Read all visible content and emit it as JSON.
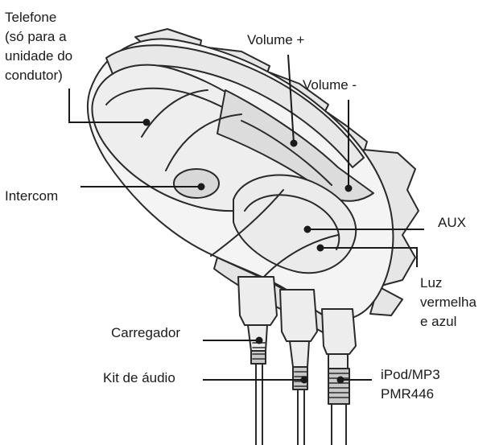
{
  "diagram": {
    "labels": {
      "telefone": "Telefone\n(só para a\nunidade do\ncondutor)",
      "volume_up": "Volume +",
      "volume_down": "Volume -",
      "intercom": "Intercom",
      "aux": "AUX",
      "led": "Luz\nvermelha\ne azul",
      "carregador": "Carregador",
      "kit_audio": "Kit de áudio",
      "ipod": "iPod/MP3\nPMR446"
    },
    "colors": {
      "line": "#1a1a1a",
      "body_fill": "#f4f4f4",
      "shade_fill": "#dcdcdc",
      "panel_fill": "#ebebeb"
    }
  }
}
